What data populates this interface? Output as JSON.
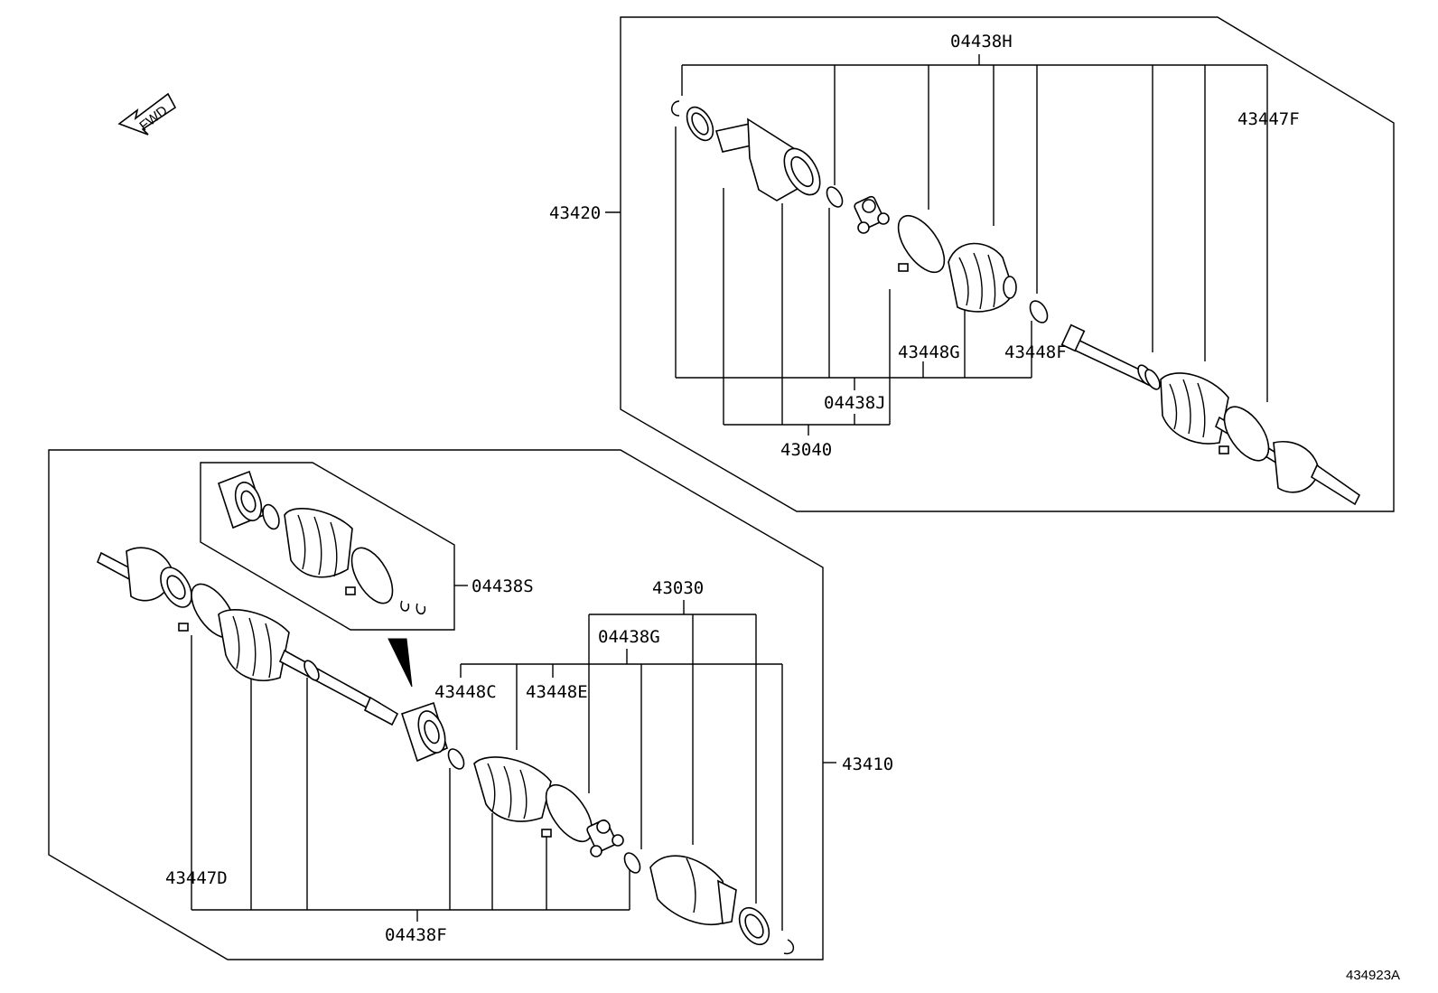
{
  "direction_label": "FWD",
  "reference_number": "434923A",
  "upper_assembly": {
    "assembly_label": "43420",
    "labels": {
      "kit_top": "04438H",
      "outer_bearing": "43447F",
      "bracket_cover": "43040",
      "kit_lower": "04438J",
      "clamp": "43448G",
      "ring": "43448F"
    }
  },
  "lower_assembly": {
    "assembly_label": "43410",
    "labels": {
      "kit_overhaul": "04438S",
      "joint_kit": "43030",
      "kit_g": "04438G",
      "clamp_c": "43448C",
      "clamp_e": "43448E",
      "bearing": "43447D",
      "kit_bottom": "04438F"
    }
  }
}
